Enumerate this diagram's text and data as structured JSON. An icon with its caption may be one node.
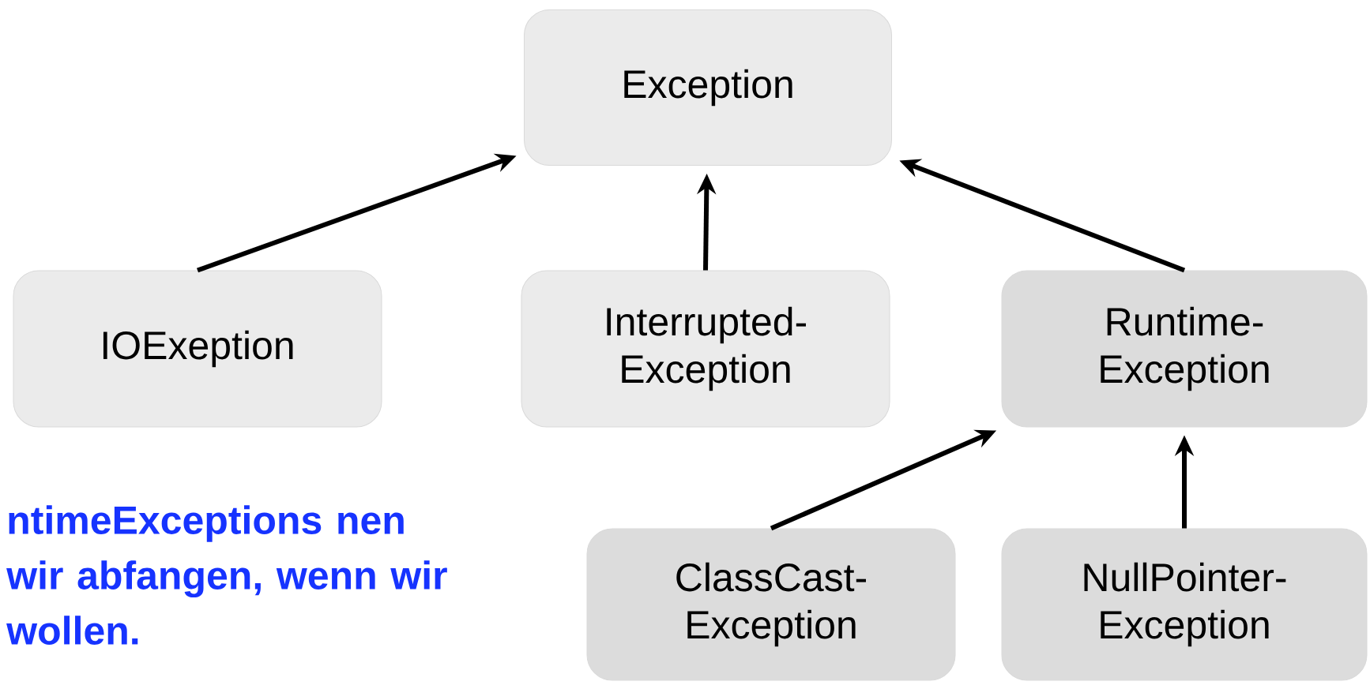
{
  "diagram": {
    "nodes": [
      {
        "text": [
          "Exception"
        ]
      },
      {
        "text": [
          "IOExeption"
        ]
      },
      {
        "text": [
          "Interrupted- Exception"
        ]
      },
      {
        "text": [
          "Runtime- Exception"
        ]
      },
      {
        "text": [
          "ClassCast- Exception"
        ]
      },
      {
        "text": [
          "NullPointer- Exception"
        ]
      }
    ],
    "edges": [
      {
        "from": 1,
        "to": 0,
        "arrow": "to"
      },
      {
        "from": 2,
        "to": 0,
        "arrow": "to"
      },
      {
        "from": 3,
        "to": 0,
        "arrow": "to"
      },
      {
        "from": 4,
        "to": 3,
        "arrow": "to"
      },
      {
        "from": 5,
        "to": 3,
        "arrow": "to"
      }
    ],
    "labels": [
      "ntimeExceptions nen wir abfangen, wenn wir wollen."
    ]
  }
}
